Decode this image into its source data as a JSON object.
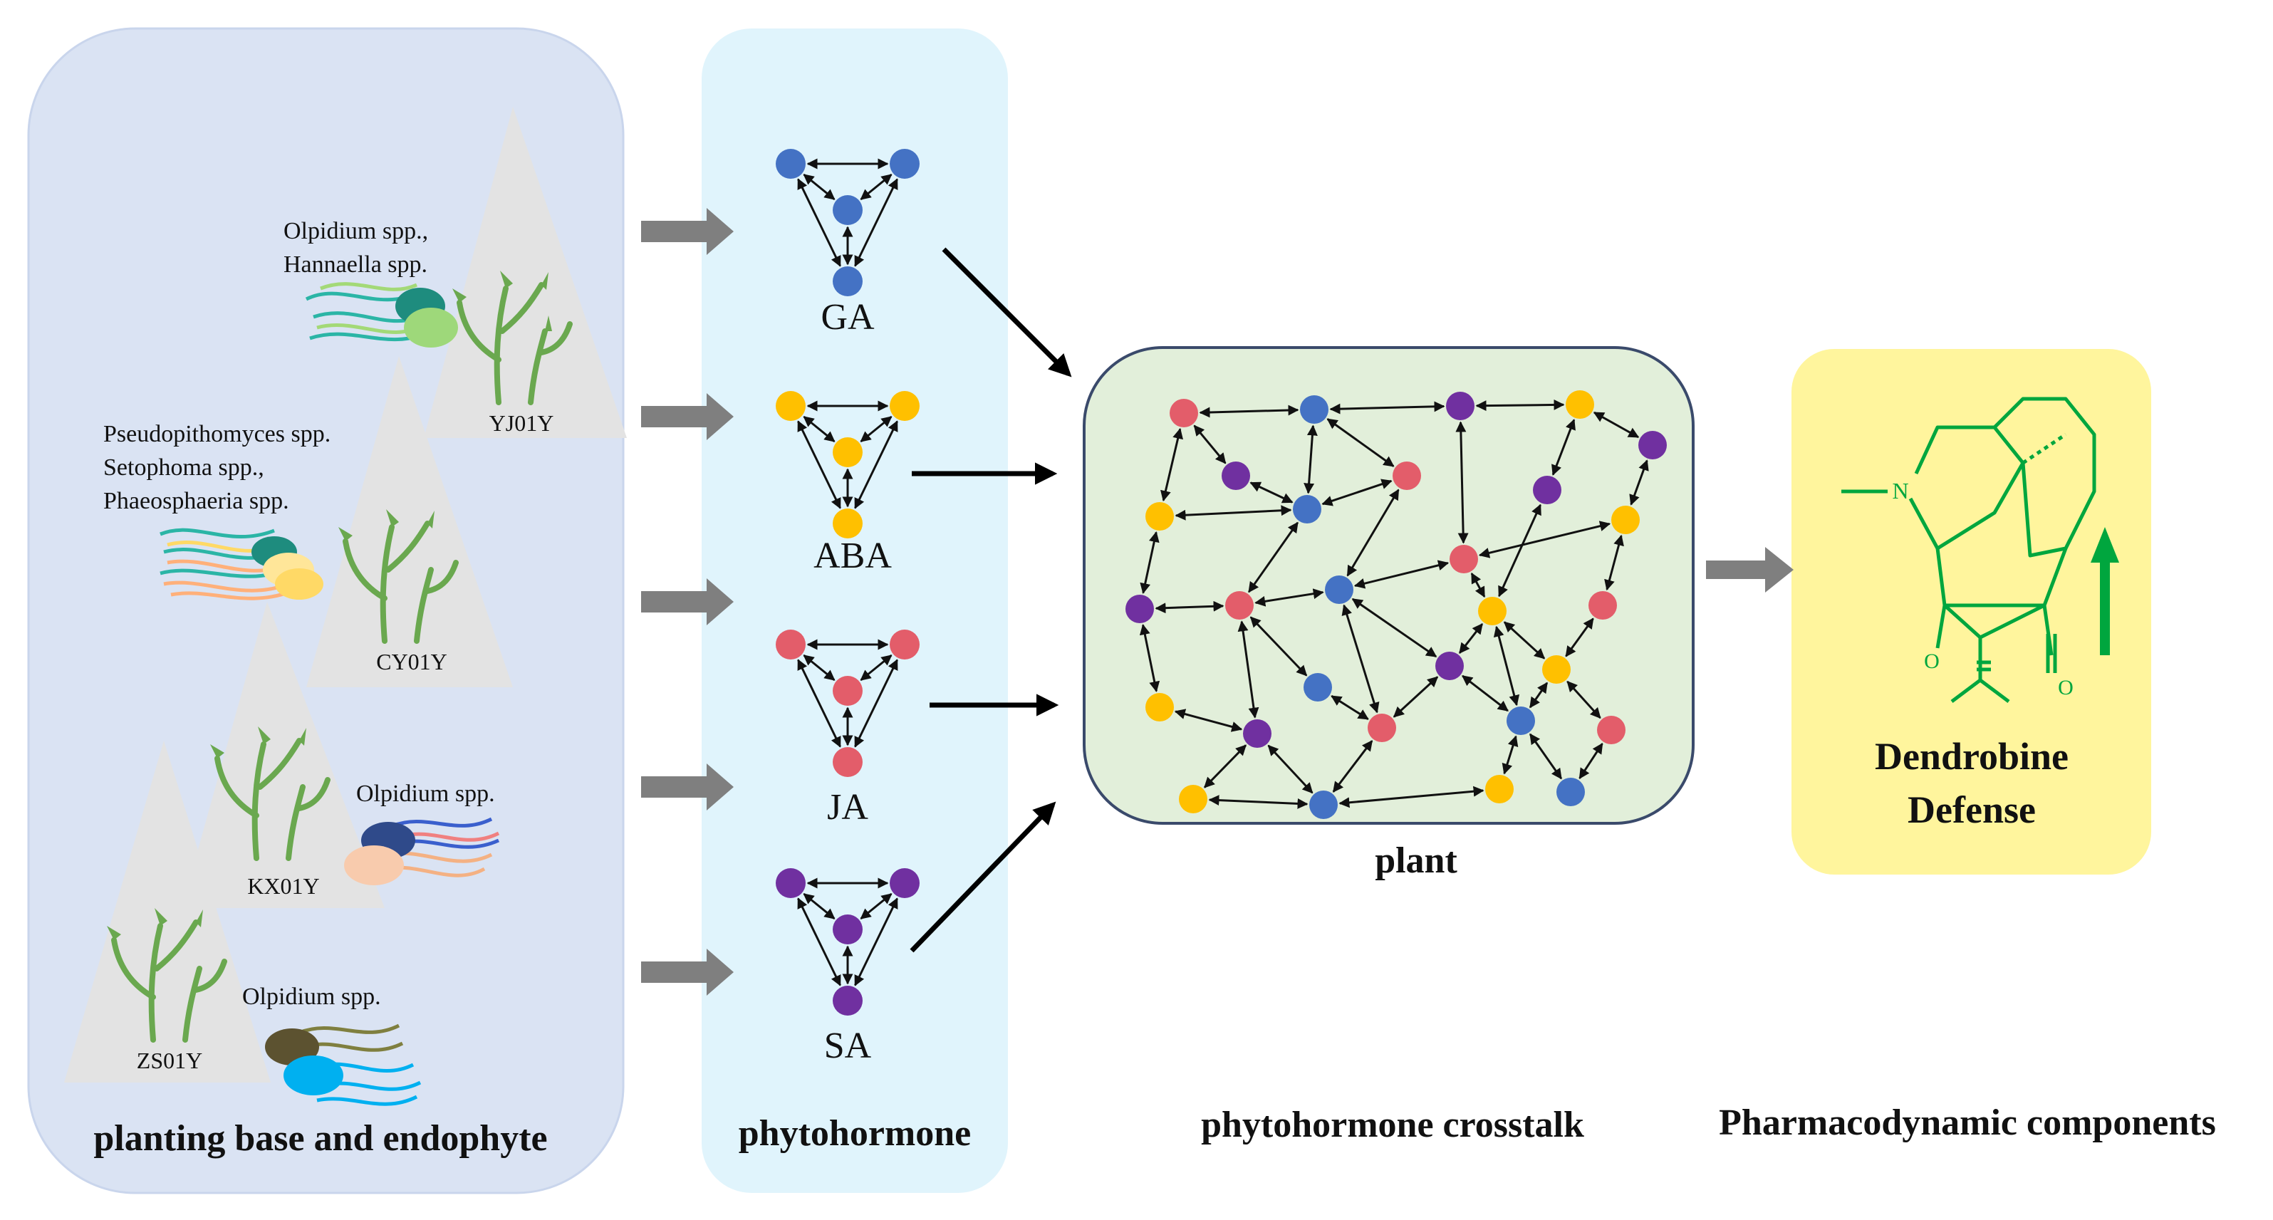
{
  "panels": {
    "planting": {
      "title": "planting base and endophyte",
      "sites": [
        {
          "label": "YJ01Y",
          "endophytes": [
            "Olpidium spp.,",
            "Hannaella spp."
          ]
        },
        {
          "label": "CY01Y",
          "endophytes": [
            "Pseudopithomyces spp.",
            "Setophoma spp.,",
            "Phaeosphaeria spp."
          ]
        },
        {
          "label": "KX01Y",
          "endophytes": [
            "Olpidium spp."
          ]
        },
        {
          "label": "ZS01Y",
          "endophytes": [
            "Olpidium spp."
          ]
        }
      ]
    },
    "phytohormone": {
      "title": "phytohormone",
      "hormones": [
        {
          "label": "GA",
          "color": "#4472C4"
        },
        {
          "label": "ABA",
          "color": "#FFC000"
        },
        {
          "label": "JA",
          "color": "#E35D6A"
        },
        {
          "label": "SA",
          "color": "#7030A0"
        }
      ]
    },
    "crosstalk": {
      "title": "phytohormone crosstalk",
      "network_label": "plant"
    },
    "components": {
      "title": "Pharmacodynamic components",
      "line1": "Dendrobine",
      "line2": "Defense"
    }
  },
  "colors": {
    "planting_bg": "#DAE3F3",
    "hormone_bg": "#E0F4FC",
    "network_bg": "#E2EFDA",
    "defense_bg": "#FFF59D",
    "mountain": "#E3E3E3",
    "gray_arrow": "#7F7F7F",
    "molecule": "#00A63E"
  }
}
